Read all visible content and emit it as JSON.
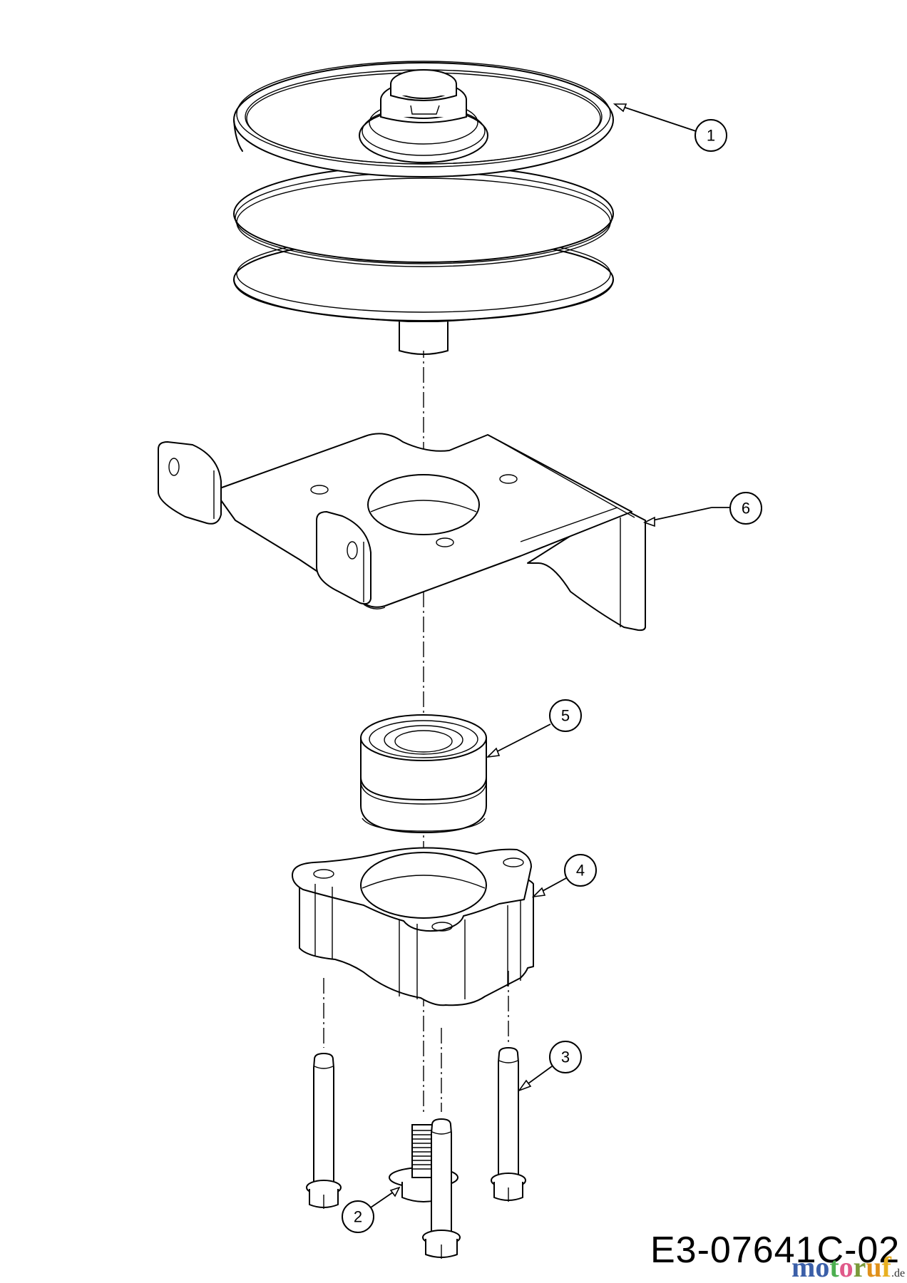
{
  "drawing": {
    "type": "exploded parts diagram",
    "drawing_number": "E3-07641C-02",
    "watermark": {
      "letters": [
        {
          "char": "m",
          "color": "#3b5fa8"
        },
        {
          "char": "o",
          "color": "#3b5fa8"
        },
        {
          "char": "t",
          "color": "#4caf50"
        },
        {
          "char": "o",
          "color": "#e05a8a"
        },
        {
          "char": "r",
          "color": "#7a9a3a"
        },
        {
          "char": "u",
          "color": "#e0901a"
        },
        {
          "char": "f",
          "color": "#e8b020"
        }
      ],
      "tld": ".de"
    }
  },
  "callouts": [
    {
      "number": "1",
      "part": "pulley"
    },
    {
      "number": "2",
      "part": "hex bolt with washer"
    },
    {
      "number": "3",
      "part": "shoulder bolt"
    },
    {
      "number": "4",
      "part": "bearing housing"
    },
    {
      "number": "5",
      "part": "ball bearing"
    },
    {
      "number": "6",
      "part": "mounting bracket"
    }
  ]
}
